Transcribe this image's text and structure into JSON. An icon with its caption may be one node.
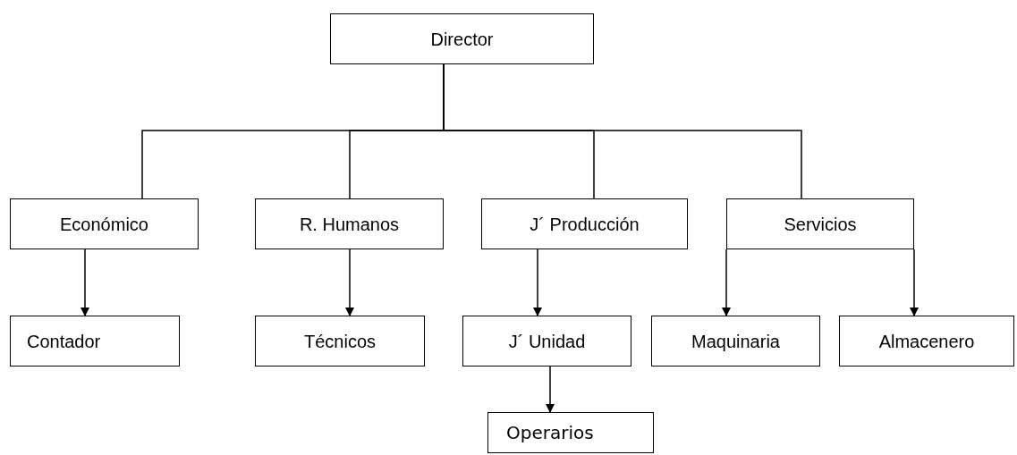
{
  "diagram": {
    "nodes": [
      {
        "text": [
          "Director"
        ]
      },
      {
        "text": [
          "Económico"
        ]
      },
      {
        "text": [
          "R. Humanos"
        ]
      },
      {
        "text": [
          "J´ Producción"
        ]
      },
      {
        "text": [
          "Servicios"
        ]
      },
      {
        "text": [
          "Contador"
        ]
      },
      {
        "text": [
          "Técnicos"
        ]
      },
      {
        "text": [
          "J´ Unidad"
        ]
      },
      {
        "text": [
          "Maquinaria"
        ]
      },
      {
        "text": [
          "Almacenero"
        ]
      },
      {
        "text": [
          "Operarios"
        ]
      }
    ],
    "edges": [
      {
        "from": 0,
        "to": 1,
        "arrow": "none"
      },
      {
        "from": 0,
        "to": 2,
        "arrow": "none"
      },
      {
        "from": 0,
        "to": 3,
        "arrow": "none"
      },
      {
        "from": 0,
        "to": 4,
        "arrow": "none"
      },
      {
        "from": 1,
        "to": 5,
        "arrow": "to"
      },
      {
        "from": 2,
        "to": 6,
        "arrow": "to"
      },
      {
        "from": 3,
        "to": 7,
        "arrow": "to"
      },
      {
        "from": 4,
        "to": 8,
        "arrow": "to"
      },
      {
        "from": 4,
        "to": 9,
        "arrow": "to"
      },
      {
        "from": 7,
        "to": 10,
        "arrow": "to"
      }
    ]
  }
}
